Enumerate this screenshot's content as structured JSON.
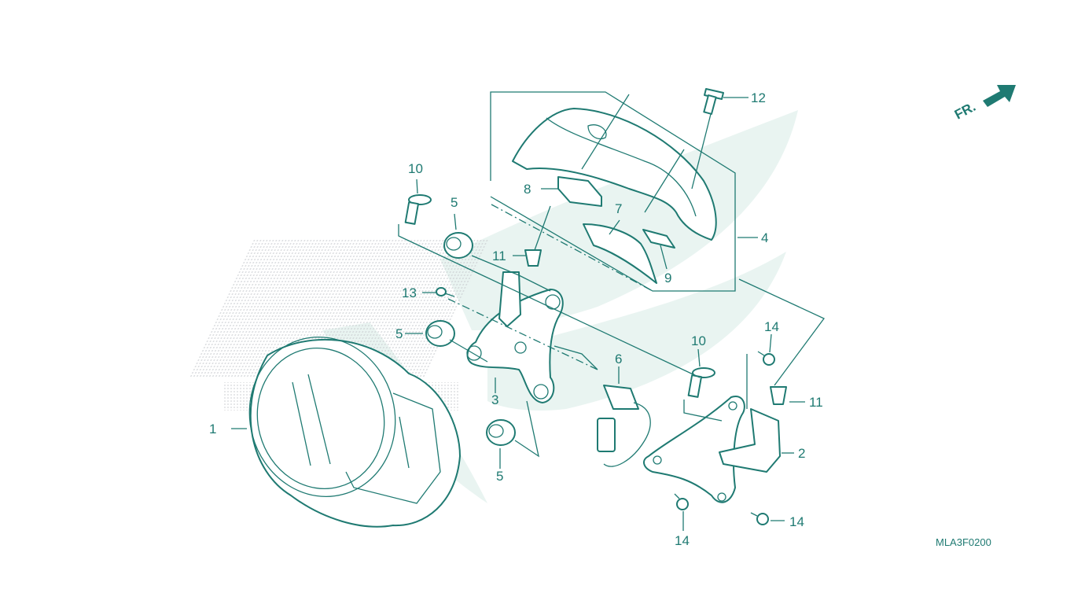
{
  "diagram_code": "MLA3F0200",
  "direction_label": "FR.",
  "colors": {
    "ink": "#1f7a72",
    "watermark": "#e9f4f1",
    "background": "#ffffff"
  },
  "callouts": [
    {
      "id": "c1",
      "label": "1"
    },
    {
      "id": "c2",
      "label": "2"
    },
    {
      "id": "c3",
      "label": "3"
    },
    {
      "id": "c4",
      "label": "4"
    },
    {
      "id": "c5a",
      "label": "5"
    },
    {
      "id": "c5b",
      "label": "5"
    },
    {
      "id": "c5c",
      "label": "5"
    },
    {
      "id": "c6",
      "label": "6"
    },
    {
      "id": "c7",
      "label": "7"
    },
    {
      "id": "c8",
      "label": "8"
    },
    {
      "id": "c9",
      "label": "9"
    },
    {
      "id": "c10a",
      "label": "10"
    },
    {
      "id": "c10b",
      "label": "10"
    },
    {
      "id": "c11a",
      "label": "11"
    },
    {
      "id": "c11b",
      "label": "11"
    },
    {
      "id": "c12",
      "label": "12"
    },
    {
      "id": "c13",
      "label": "13"
    },
    {
      "id": "c14a",
      "label": "14"
    },
    {
      "id": "c14b",
      "label": "14"
    },
    {
      "id": "c14c",
      "label": "14"
    }
  ]
}
